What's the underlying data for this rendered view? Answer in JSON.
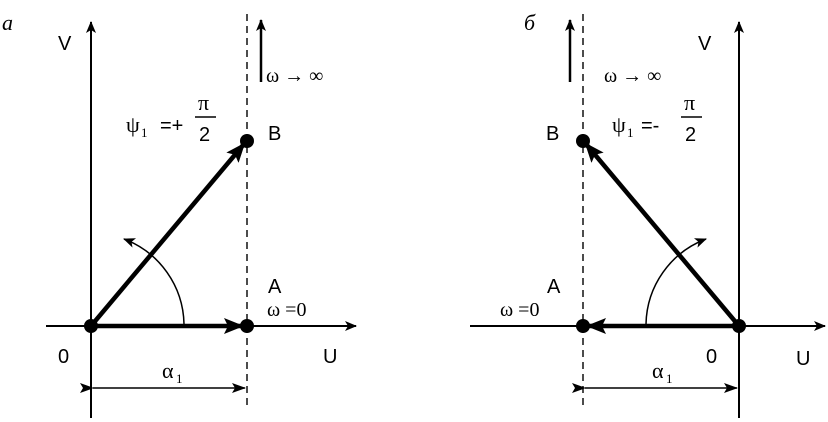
{
  "panel_a": {
    "tag": "а",
    "v_axis": "V",
    "u_axis": "U",
    "origin": "0",
    "omega_inf": "ω →  ∞",
    "psi_lhs": "ψ",
    "psi_sub": "1",
    "psi_eq": "=+",
    "pi": "π",
    "two": "2",
    "point_b": "B",
    "point_a": "A",
    "omega_zero": "ω =0",
    "alpha": "α",
    "alpha_sub": "1"
  },
  "panel_b": {
    "tag": "б",
    "v_axis": "V",
    "u_axis": "U",
    "origin": "0",
    "omega_inf": "ω →  ∞",
    "psi_lhs": "ψ",
    "psi_sub": "1",
    "psi_eq": "=-",
    "pi": "π",
    "two": "2",
    "point_b": "B",
    "point_a": "A",
    "omega_zero": "ω =0",
    "alpha": "α",
    "alpha_sub": "1"
  }
}
